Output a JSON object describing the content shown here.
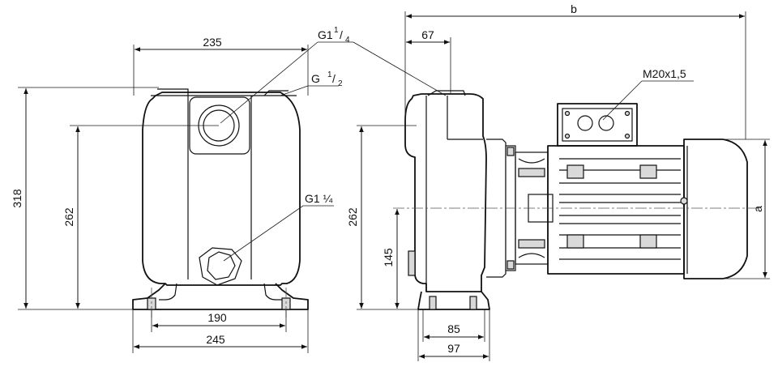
{
  "front_view": {
    "width_top": "235",
    "height_total": "318",
    "height_outlet": "262",
    "foot_inner": "190",
    "foot_outer": "245",
    "outlet_thread_main": "G1",
    "outlet_thread_num": "1",
    "outlet_thread_den": "4",
    "vent_thread_main": "G",
    "vent_thread_num": "1",
    "vent_thread_den": "2",
    "inlet_thread": "G1 ¼"
  },
  "side_view": {
    "overall_length": "b",
    "outlet_offset": "67",
    "cable_gland": "M20x1,5",
    "motor_height": "a",
    "height_outlet": "262",
    "height_axis": "145",
    "foot_inner": "85",
    "foot_outer": "97"
  }
}
